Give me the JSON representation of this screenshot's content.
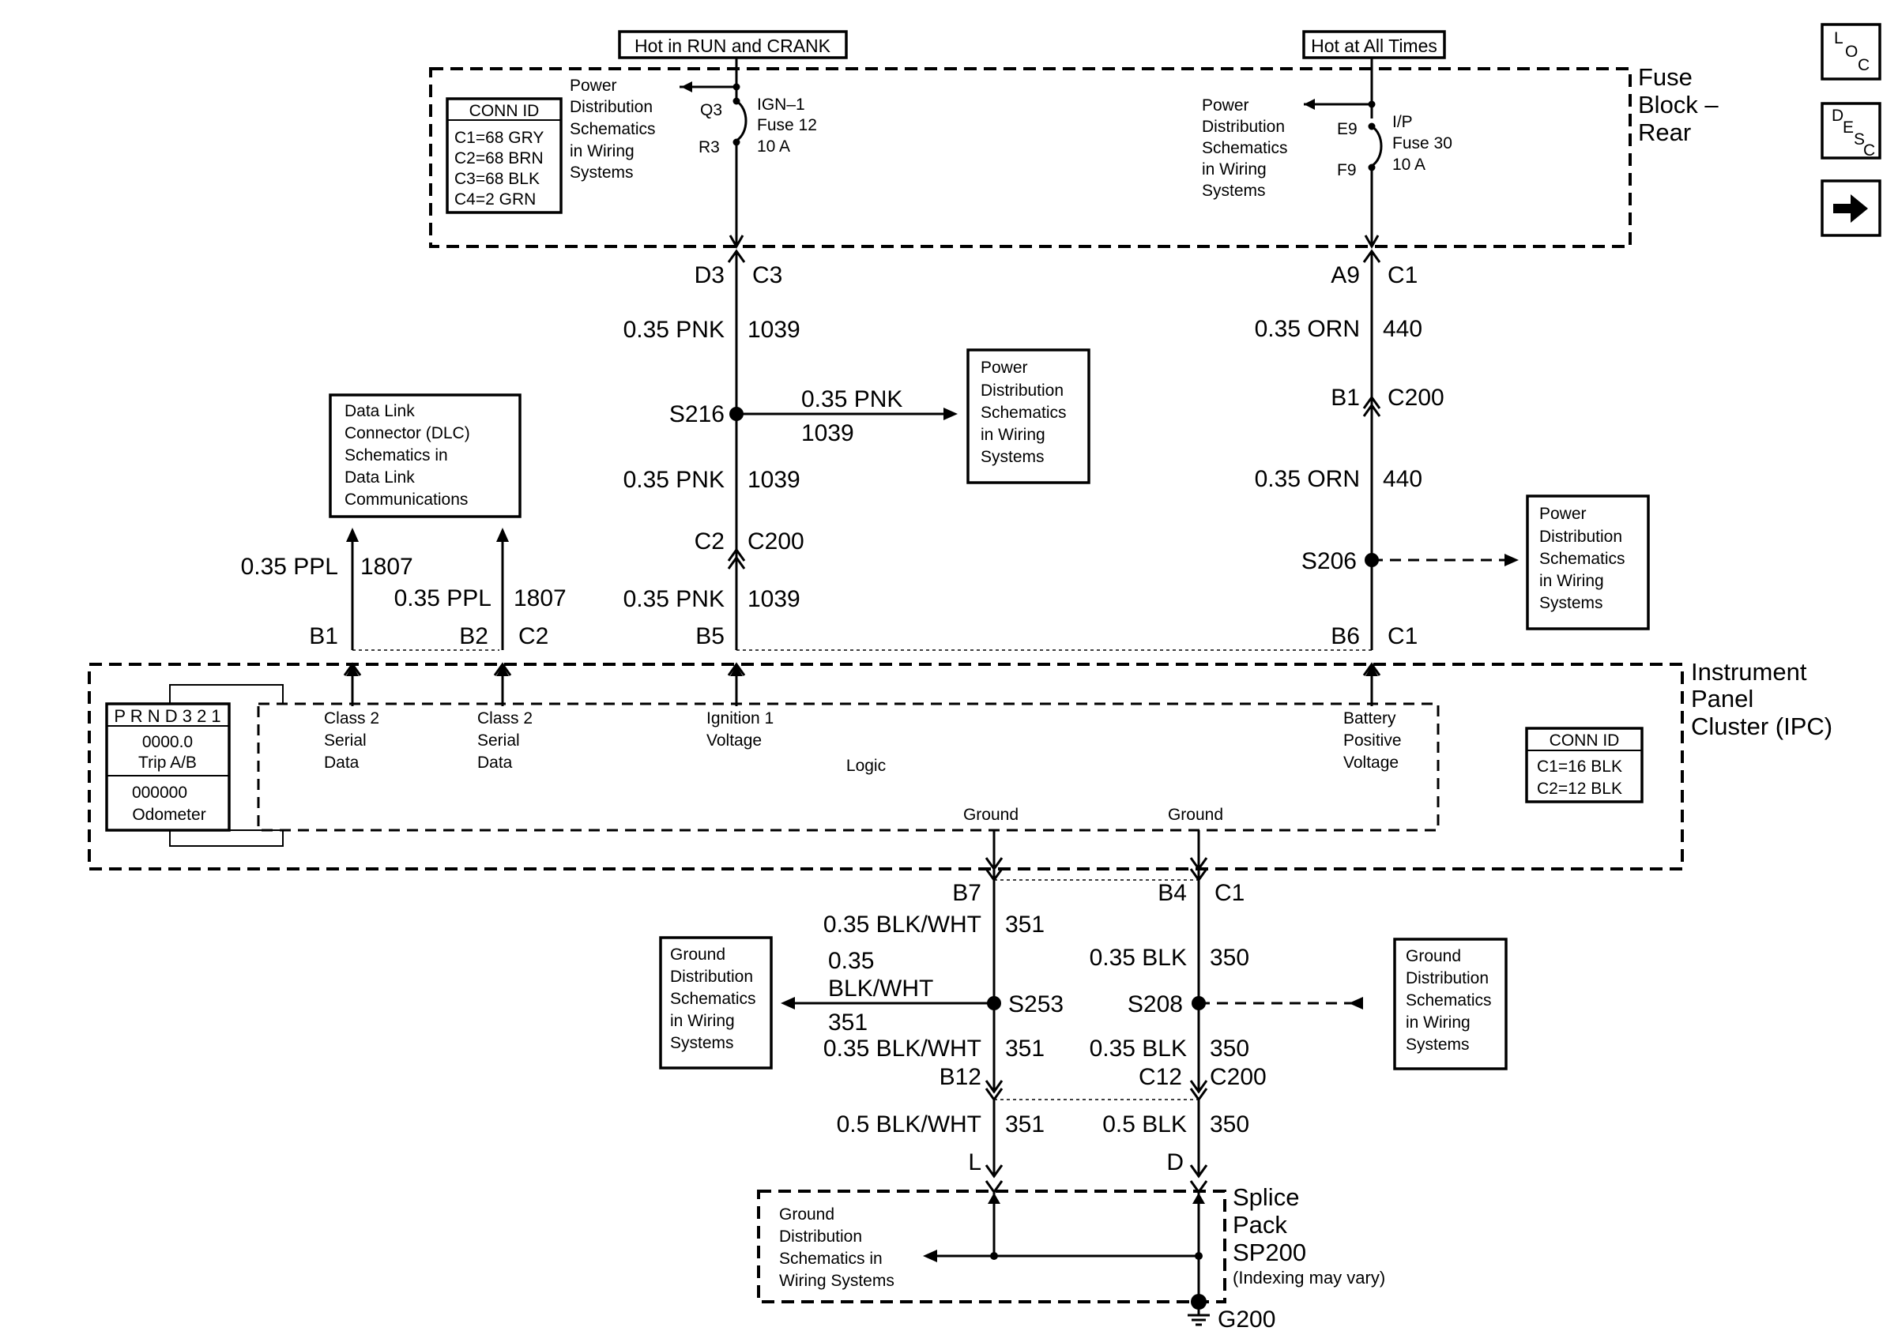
{
  "nav_buttons": [
    {
      "name": "loc-button",
      "label": "LOC"
    },
    {
      "name": "desc-button",
      "label": "DESC"
    },
    {
      "name": "next-button",
      "label": "next",
      "icon": "right-arrow-icon"
    }
  ],
  "top_labels": {
    "hot_run_crank": "Hot in RUN and CRANK",
    "hot_all_times": "Hot at All Times"
  },
  "fuse_block": {
    "title_lines": [
      "Fuse",
      "Block –",
      "Rear"
    ],
    "conn_id": {
      "header": "CONN ID",
      "rows": [
        "C1=68 GRY",
        "C2=68 BRN",
        "C3=68 BLK",
        "C4=2 GRN"
      ]
    },
    "left_ref_lines": [
      "Power",
      "Distribution",
      "Schematics",
      "in Wiring",
      "Systems"
    ],
    "right_ref_lines": [
      "Power",
      "Distribution",
      "Schematics",
      "in Wiring",
      "Systems"
    ],
    "fuse12": {
      "in": "Q3",
      "out": "R3",
      "lines": [
        "IGN–1",
        "Fuse 12",
        "10 A"
      ]
    },
    "fuse30": {
      "in": "E9",
      "out": "F9",
      "lines": [
        "I/P",
        "Fuse 30",
        "10 A"
      ]
    }
  },
  "left_circuit": {
    "conn_top": {
      "pin": "D3",
      "conn": "C3"
    },
    "wire1": {
      "gauge": "0.35 PNK",
      "circuit": "1039"
    },
    "splice": "S216",
    "branch": {
      "gauge": "0.35 PNK",
      "circuit": "1039"
    },
    "branch_ref_lines": [
      "Power",
      "Distribution",
      "Schematics",
      "in Wiring",
      "Systems"
    ],
    "wire2": {
      "gauge": "0.35 PNK",
      "circuit": "1039"
    },
    "conn_mid": {
      "pin": "C2",
      "conn": "C200"
    },
    "wire3": {
      "gauge": "0.35 PNK",
      "circuit": "1039"
    },
    "ipc_pin": "B5"
  },
  "right_circuit": {
    "conn_top": {
      "pin": "A9",
      "conn": "C1"
    },
    "wire1": {
      "gauge": "0.35 ORN",
      "circuit": "440"
    },
    "conn_mid": {
      "pin": "B1",
      "conn": "C200"
    },
    "wire2": {
      "gauge": "0.35 ORN",
      "circuit": "440"
    },
    "splice": "S206",
    "branch_ref_lines": [
      "Power",
      "Distribution",
      "Schematics",
      "in Wiring",
      "Systems"
    ],
    "ipc_pin": {
      "pin": "B6",
      "conn": "C1"
    }
  },
  "dlc": {
    "ref_lines": [
      "Data Link",
      "Connector (DLC)",
      "Schematics in",
      "Data Link",
      "Communications"
    ],
    "wire_a": {
      "gauge": "0.35 PPL",
      "circuit": "1807",
      "pin": "B1"
    },
    "wire_b": {
      "gauge": "0.35 PPL",
      "circuit": "1807",
      "pin": "B2",
      "conn": "C2"
    }
  },
  "ipc": {
    "title_lines": [
      "Instrument",
      "Panel",
      "Cluster (IPC)"
    ],
    "display": {
      "prnd": "P R N D 3 2 1",
      "trip_value": "0000.0",
      "trip_label": "Trip A/B",
      "odo_value": "000000",
      "odo_label": "Odometer"
    },
    "inputs": [
      {
        "lines": [
          "Class 2",
          "Serial",
          "Data"
        ]
      },
      {
        "lines": [
          "Class 2",
          "Serial",
          "Data"
        ]
      },
      {
        "lines": [
          "Ignition 1",
          "Voltage"
        ]
      },
      {
        "lines": [
          "Battery",
          "Positive",
          "Voltage"
        ]
      }
    ],
    "logic": "Logic",
    "ground_a": "Ground",
    "ground_b": "Ground",
    "conn_id": {
      "header": "CONN ID",
      "rows": [
        "C1=16 BLK",
        "C2=12 BLK"
      ]
    }
  },
  "ground_section": {
    "pin_b7": "B7",
    "pin_b4": {
      "pin": "B4",
      "conn": "C1"
    },
    "w351_1": {
      "gauge": "0.35 BLK/WHT",
      "circuit": "351"
    },
    "w350_1": {
      "gauge": "0.35 BLK",
      "circuit": "350"
    },
    "left_ref_lines": [
      "Ground",
      "Distribution",
      "Schematics",
      "in Wiring",
      "Systems"
    ],
    "branch351": {
      "gauge_lines": [
        "0.35",
        "BLK/WHT"
      ],
      "circuit": "351"
    },
    "splice_s253": "S253",
    "splice_s208": "S208",
    "right_ref_lines": [
      "Ground",
      "Distribution",
      "Schematics",
      "in Wiring",
      "Systems"
    ],
    "w351_2": {
      "gauge": "0.35 BLK/WHT",
      "circuit": "351"
    },
    "w350_2": {
      "gauge": "0.35 BLK",
      "circuit": "350"
    },
    "pin_b12": "B12",
    "pin_c12": {
      "pin": "C12",
      "conn": "C200"
    },
    "w351_3": {
      "gauge": "0.5 BLK/WHT",
      "circuit": "351"
    },
    "w350_3": {
      "gauge": "0.5 BLK",
      "circuit": "350"
    },
    "pin_l": "L",
    "pin_d": "D",
    "splice_pack_lines": [
      "Splice",
      "Pack",
      "SP200"
    ],
    "splice_pack_note": "(Indexing may vary)",
    "sp_ref_lines": [
      "Ground",
      "Distribution",
      "Schematics in",
      "Wiring Systems"
    ],
    "ground_point": "G200"
  }
}
